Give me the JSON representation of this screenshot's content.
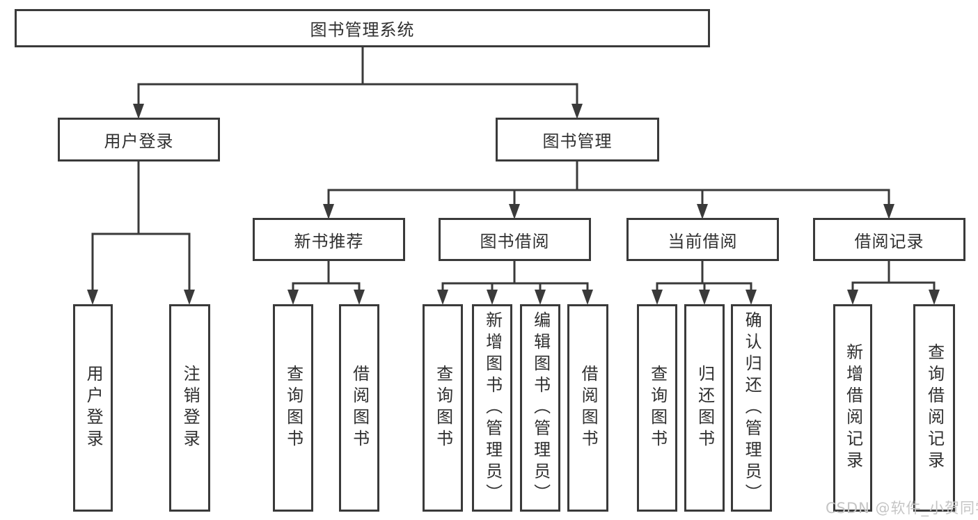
{
  "diagram": {
    "root": {
      "label": "图书管理系统",
      "children": [
        {
          "label": "用户登录",
          "children": [
            {
              "label": "用户登录"
            },
            {
              "label": "注销登录"
            }
          ]
        },
        {
          "label": "图书管理",
          "children": [
            {
              "label": "新书推荐",
              "children": [
                {
                  "label": "查询图书"
                },
                {
                  "label": "借阅图书"
                }
              ]
            },
            {
              "label": "图书借阅",
              "children": [
                {
                  "label": "查询图书"
                },
                {
                  "label": "新增图书（管理员）"
                },
                {
                  "label": "编辑图书（管理员）"
                },
                {
                  "label": "借阅图书"
                }
              ]
            },
            {
              "label": "当前借阅",
              "children": [
                {
                  "label": "查询图书"
                },
                {
                  "label": "归还图书"
                },
                {
                  "label": "确认归还（管理员）"
                }
              ]
            },
            {
              "label": "借阅记录",
              "children": [
                {
                  "label": "新增借阅记录"
                },
                {
                  "label": "查询借阅记录"
                }
              ]
            }
          ]
        }
      ]
    }
  },
  "watermark": {
    "text": "CSDN @软件_小贺同学"
  },
  "colors": {
    "line": "#3a3a3a",
    "node_border": "#3a3a3a",
    "node_text": "#2f2f2f",
    "node_background": "#ffffff",
    "page_background": "#ffffff",
    "watermark_text": "#c5c5c5"
  }
}
